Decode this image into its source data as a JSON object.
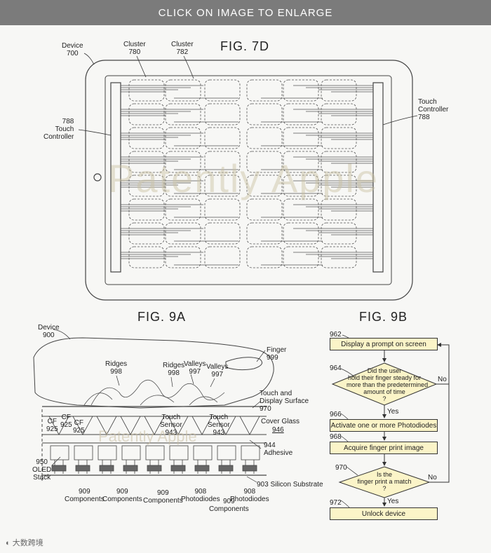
{
  "banner": {
    "text": "CLICK ON IMAGE TO ENLARGE"
  },
  "watermark": {
    "text": "Patently Apple"
  },
  "footer": {
    "text": "大数跨境"
  },
  "fig7d": {
    "title": "FIG. 7D",
    "device_label": "Device\n700",
    "cluster_780": "Cluster\n780",
    "cluster_782": "Cluster\n782",
    "tc_left": "788\nTouch\nController",
    "tc_right": "Touch\nController\n788"
  },
  "fig9a": {
    "title": "FIG. 9A",
    "device_label": "Device\n900",
    "finger": "Finger\n999",
    "ridges_998a": "Ridges\n998",
    "ridges_998b": "Ridges\n998",
    "valleys_997a": "Valleys\n997",
    "valleys_997b": "Valleys\n997",
    "touch_display": "Touch and\nDisplay Surface\n970",
    "cf_925a": "CF\n925",
    "cf_925b": "CF\n925",
    "cf_925c": "CF\n925",
    "touch_sensor_a": "Touch\nSensor\n943",
    "touch_sensor_b": "Touch\nSensor\n943",
    "cover_glass": "Cover Glass",
    "cover_glass_num": "946",
    "adhesive": "944\nAdhesive",
    "oled": "950\nOLED\nStack",
    "silicon": "903 Silicon Substrate",
    "comp_a": "909\nComponents",
    "comp_b": "909\nComponents",
    "comp_c": "909\nComponents",
    "photo_a": "908\nPhotodiodes",
    "comp_d": "909\nComponents",
    "photo_b": "908\nPhotodiodes"
  },
  "fig9b": {
    "title": "FIG. 9B",
    "n962": "962",
    "box962": "Display a prompt on screen",
    "n964": "964",
    "dec964": "Did the user\nhold their finger steady for\nmore than the predetermined\namount of time\n?",
    "no1": "No",
    "yes1": "Yes",
    "n966": "966",
    "box966": "Activate one or more Photodiodes",
    "n968": "968",
    "box968": "Acquire finger print image",
    "n970": "970",
    "dec970": "Is the\nfinger print a match\n?",
    "no2": "No",
    "yes2": "Yes",
    "n972": "972",
    "box972": "Unlock device"
  }
}
